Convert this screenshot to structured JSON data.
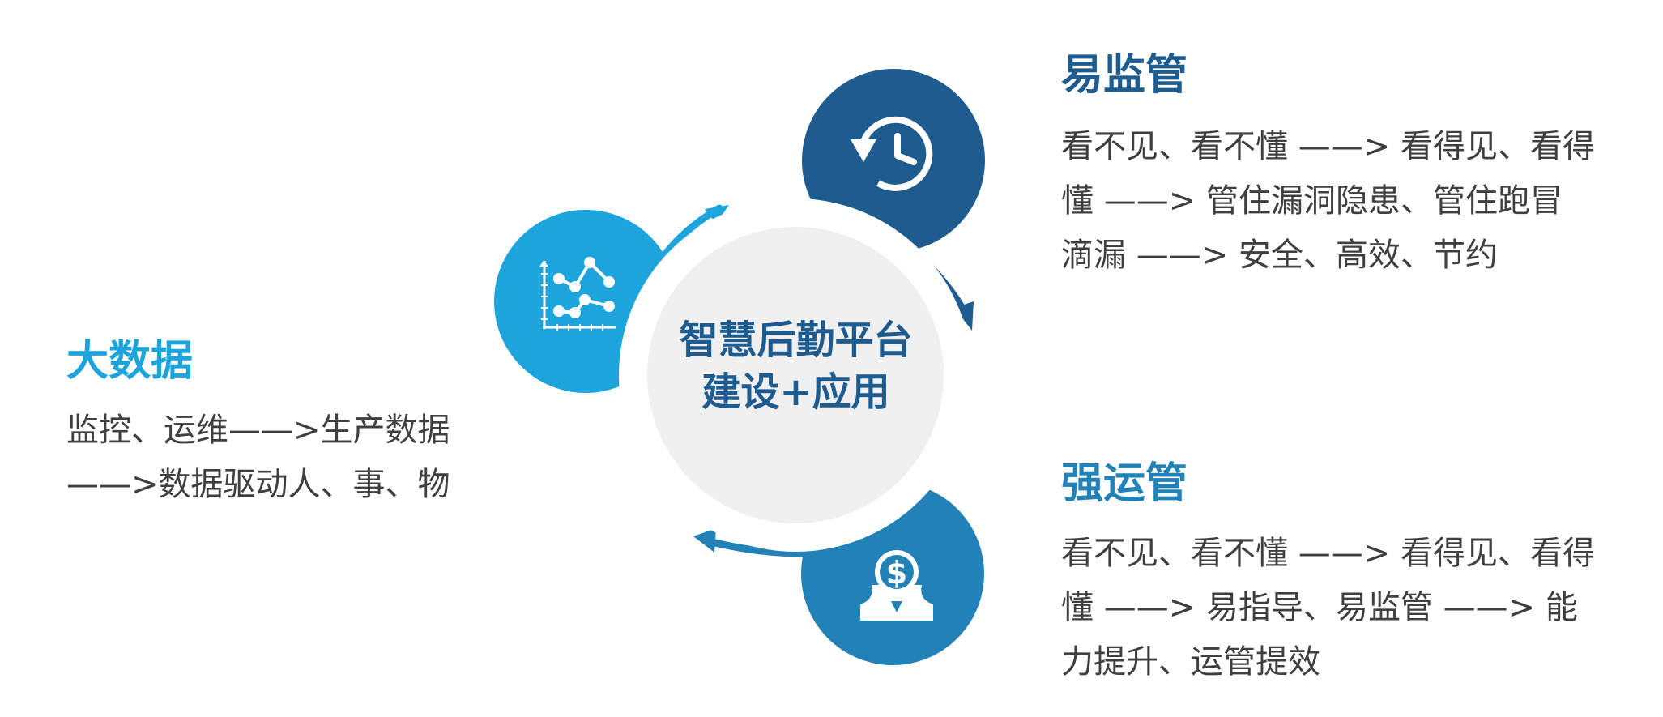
{
  "center": {
    "title_lines": [
      "智慧后勤平台",
      "建设+应用"
    ]
  },
  "sections": {
    "big_data": {
      "title": "大数据",
      "lines": [
        "监控、运维——>生产数据",
        "——>数据驱动人、事、物"
      ]
    },
    "easy_supervision": {
      "title": "易监管",
      "lines": [
        "看不见、看不懂 ——> 看得见、看得",
        "懂 ——> 管住漏洞隐患、管住跑冒",
        "滴漏 ——> 安全、高效、节约"
      ]
    },
    "strong_operation": {
      "title": "强运管",
      "lines": [
        "看不见、看不懂 ——> 看得见、看得",
        "懂 ——> 易指导、易监管 ——> 能",
        "力提升、运管提效"
      ]
    }
  },
  "icons": {
    "chart": "line-chart-icon",
    "clock": "history-clock-icon",
    "money": "dollar-person-icon"
  },
  "colors": {
    "dark_blue": "#1e5b8f",
    "mid_blue": "#2281b7",
    "light_blue": "#1ea4dc",
    "center_fill": "#f0f0f0",
    "text_gray": "#3f3f3f"
  }
}
